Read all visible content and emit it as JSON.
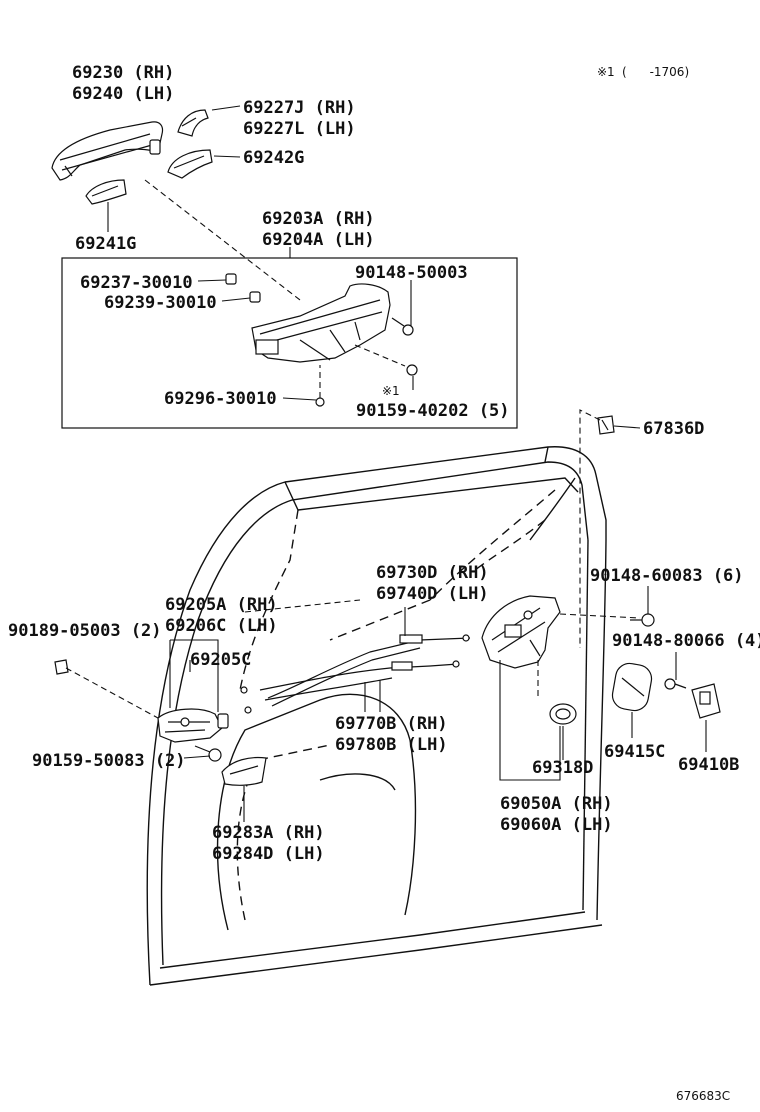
{
  "note": {
    "mark": "※1",
    "text": "(      -1706)"
  },
  "diagram_code": "676683C",
  "labels": {
    "p69230": "69230 (RH)",
    "p69240": "69240 (LH)",
    "p69227J": "69227J (RH)",
    "p69227L": "69227L (LH)",
    "p69242G": "69242G",
    "p69241G": "69241G",
    "p69203A": "69203A (RH)",
    "p69204A": "69204A (LH)",
    "p69237": "69237-30010",
    "p69239": "69239-30010",
    "p90148_50003": "90148-50003",
    "p69296": "69296-30010",
    "mark1": "※1",
    "p90159_40202": "90159-40202 (5)",
    "p67836D": "67836D",
    "p69730D": "69730D (RH)",
    "p69740D": "69740D (LH)",
    "p69205A": "69205A (RH)",
    "p69206C": "69206C (LH)",
    "p90189": "90189-05003 (2)",
    "p69205C": "69205C",
    "p90148_60083": "90148-60083 (6)",
    "p90148_80066": "90148-80066 (4)",
    "p69770B": "69770B (RH)",
    "p69780B": "69780B (LH)",
    "p90159_50083": "90159-50083 (2)",
    "p69415C": "69415C",
    "p69410B": "69410B",
    "p69318D": "69318D",
    "p69283A": "69283A (RH)",
    "p69284D": "69284D (LH)",
    "p69050A": "69050A (RH)",
    "p69060A": "69060A (LH)"
  }
}
